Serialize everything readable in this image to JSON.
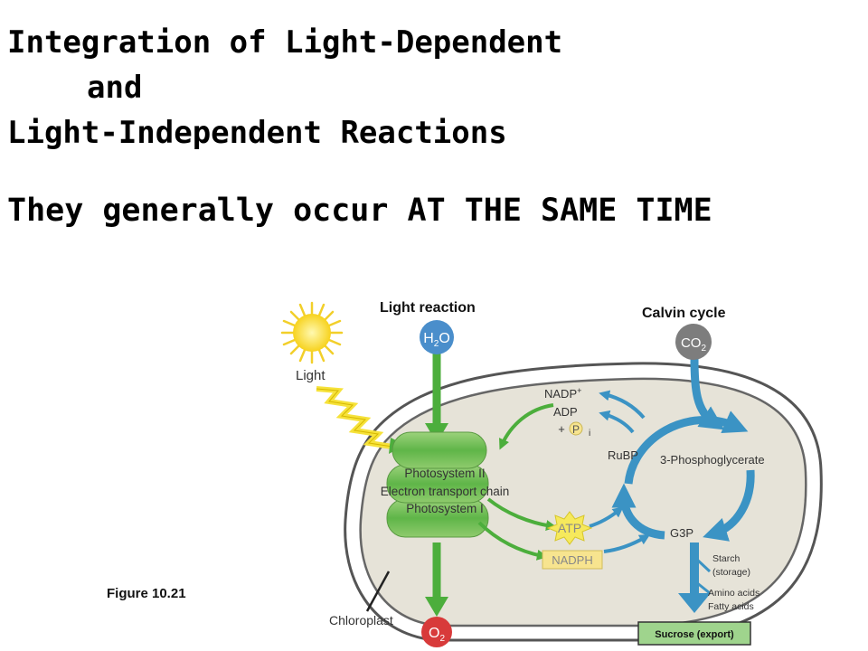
{
  "title": {
    "line1": "Integration of Light-Dependent",
    "line2": "and",
    "line3": "Light-Independent Reactions",
    "subtitle": "They generally occur AT THE SAME TIME"
  },
  "figure": {
    "caption": "Figure 10.21",
    "light_reaction_label": "Light reaction",
    "calvin_cycle_label": "Calvin cycle",
    "light_label": "Light",
    "chloroplast_label": "Chloroplast",
    "water": {
      "base": "H",
      "sub1": "2",
      "tail": "O"
    },
    "oxygen": {
      "base": "O",
      "sub": "2"
    },
    "co2": {
      "base": "CO",
      "sub": "2"
    },
    "thylakoid": {
      "line1": "Photosystem II",
      "line2": "Electron transport chain",
      "line3": "Photosystem I"
    },
    "nadp_plus": {
      "base": "NADP",
      "sup": "+"
    },
    "adp": "ADP",
    "pi": {
      "plus": "+",
      "p": "P",
      "sub": "i"
    },
    "atp": "ATP",
    "nadph": "NADPH",
    "rubp": "RuBP",
    "phosphoglycerate": "3-Phosphoglycerate",
    "g3p": "G3P",
    "starch": {
      "line1": "Starch",
      "line2": "(storage)"
    },
    "amino": {
      "line1": "Amino acids",
      "line2": "Fatty acids"
    },
    "sucrose": "Sucrose (export)",
    "colors": {
      "green_arrow": "#4cae3c",
      "blue_arrow": "#3b93c4",
      "stroma": "#e6e3d8",
      "water_circle": "#4a8ecb",
      "oxygen_circle": "#d83a3a",
      "co2_circle": "#7d7d7d",
      "atp_star": "#f6e95c",
      "nadph_box": "#f7e48f",
      "sucrose_box": "#9fd48d"
    }
  }
}
